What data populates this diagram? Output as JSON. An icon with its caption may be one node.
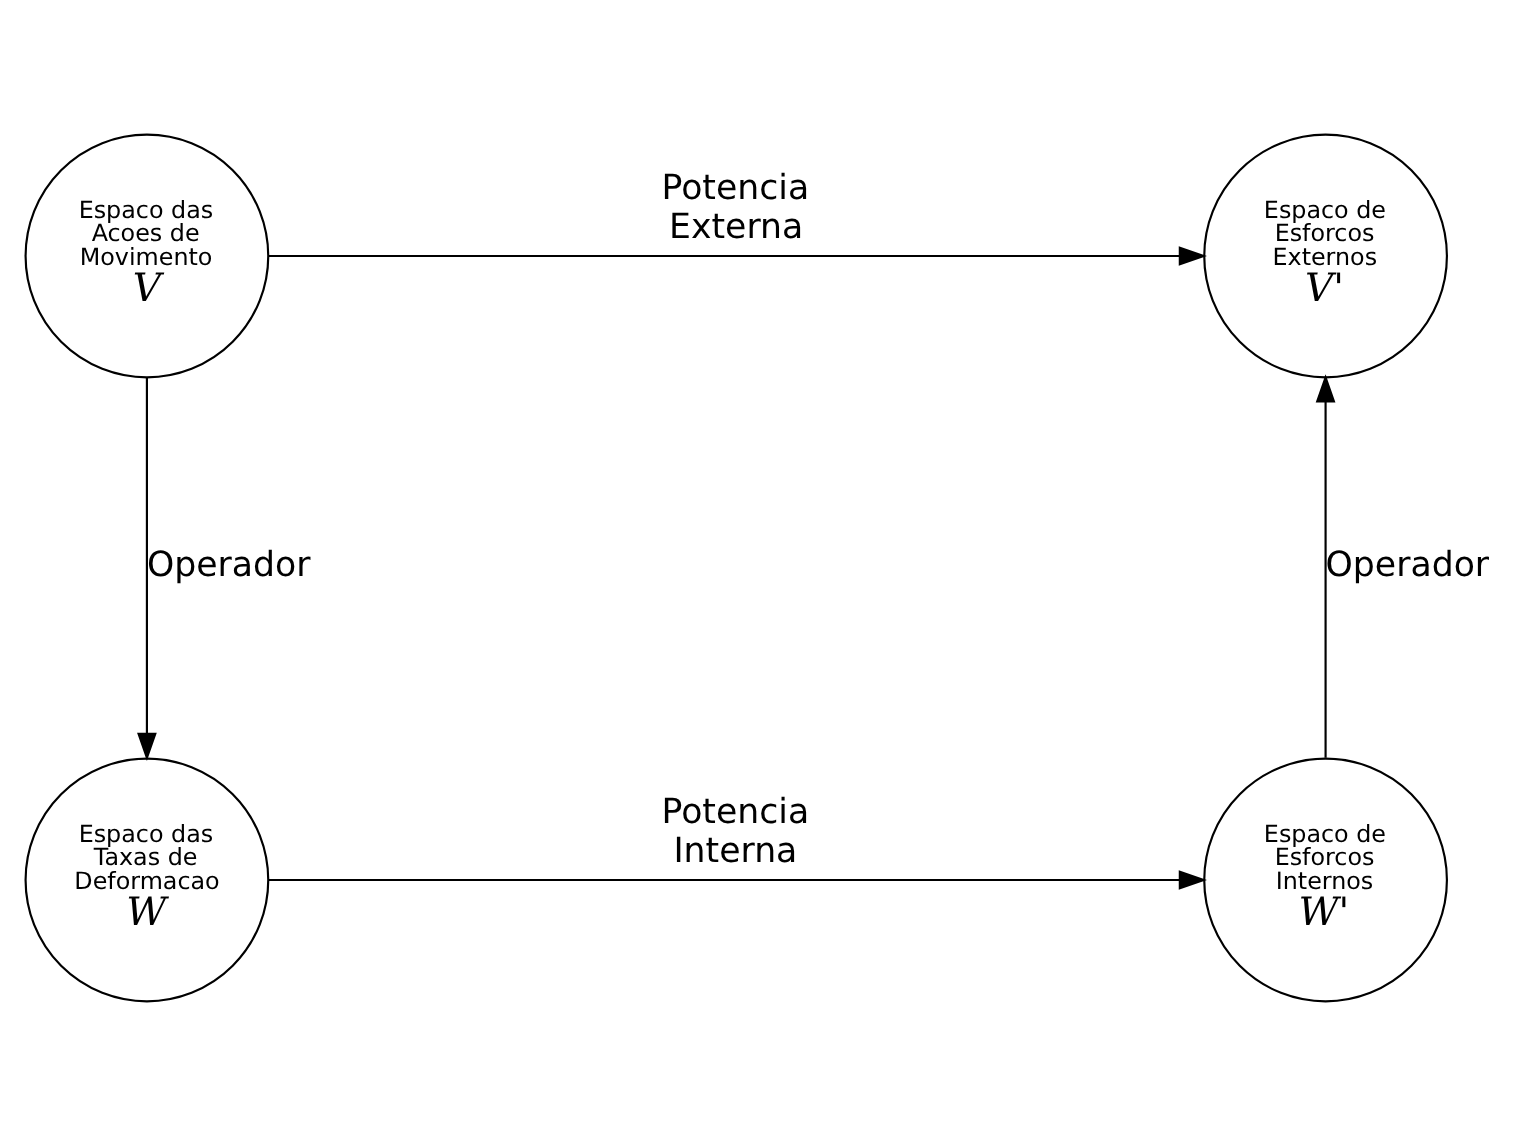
{
  "diagram": {
    "nodes": [
      {
        "text": [
          "Espaco das Acoes de Movimento",
          "V"
        ]
      },
      {
        "text": [
          "Espaco de Esforcos Externos",
          "V'"
        ]
      },
      {
        "text": [
          "Espaco das Taxas de Deformacao",
          "W"
        ]
      },
      {
        "text": [
          "Espaco de Esforcos Internos",
          "W'"
        ]
      }
    ],
    "edges": [
      {
        "from": 0,
        "to": 1,
        "arrow": "to",
        "label": "Potencia Externa"
      },
      {
        "from": 0,
        "to": 2,
        "arrow": "to",
        "label": "Operador"
      },
      {
        "from": 2,
        "to": 3,
        "arrow": "to",
        "label": "Potencia Interna"
      },
      {
        "from": 3,
        "to": 1,
        "arrow": "to",
        "label": "Operador"
      }
    ]
  }
}
